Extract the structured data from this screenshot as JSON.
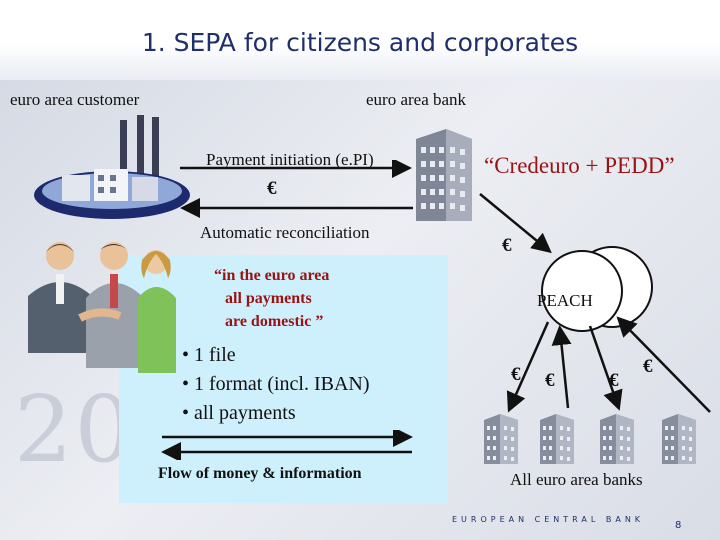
{
  "slide": {
    "title": "1. SEPA for citizens and corporates",
    "watermark": "200"
  },
  "actors": {
    "customer": "euro area  customer",
    "bank": "euro area bank"
  },
  "flows": {
    "payment_initiation": "Payment initiation (e.PI)",
    "euro_symbol": "€",
    "reconciliation": "Automatic reconciliation"
  },
  "info_box": {
    "quote_lines": [
      "“in the euro area",
      "all payments",
      "are domestic ”"
    ],
    "bullets": [
      "• 1 file",
      "• 1 format (incl. IBAN)",
      "• all payments"
    ],
    "flow_label": "Flow of money & information"
  },
  "network": {
    "credeuro": "“Credeuro + PEDD”",
    "euro_symbol": "€",
    "peach": "PEACH",
    "banks_label": "All euro area banks"
  },
  "footer": {
    "institution": "EUROPEAN CENTRAL BANK",
    "page": "8"
  }
}
